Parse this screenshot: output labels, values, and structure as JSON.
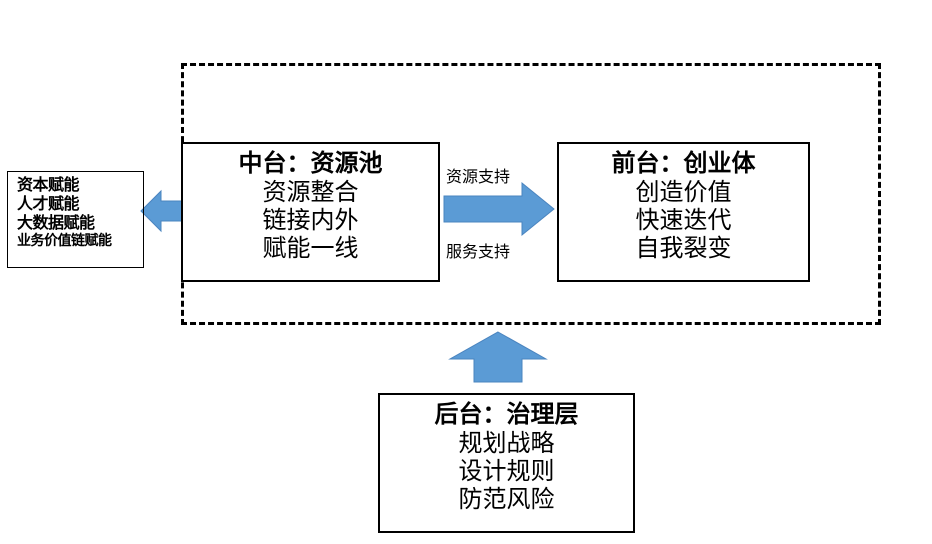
{
  "middle": {
    "title": "中台：资源池",
    "lines": [
      "资源整合",
      "链接内外",
      "赋能一线"
    ]
  },
  "front": {
    "title": "前台：创业体",
    "lines": [
      "创造价值",
      "快速迭代",
      "自我裂变"
    ]
  },
  "back": {
    "title": "后台：治理层",
    "lines": [
      "规划战略",
      "设计规则",
      "防范风险"
    ]
  },
  "enablement": {
    "items": [
      "资本赋能",
      "人才赋能",
      "大数据赋能",
      "业务价值链赋能"
    ]
  },
  "arrow_labels": {
    "top": "资源支持",
    "bottom": "服务支持"
  },
  "colors": {
    "arrow_fill": "#5b9bd5",
    "arrow_stroke": "#4a84bf",
    "border": "#000000"
  }
}
